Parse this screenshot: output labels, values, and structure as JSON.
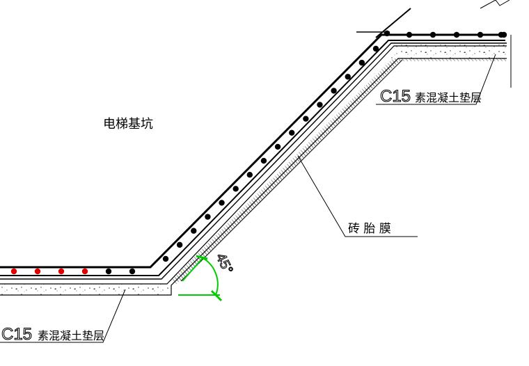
{
  "labels": {
    "pit": "电梯基坑",
    "membrane": "砖 胎 膜",
    "cushion_top_code": "C15",
    "cushion_top_text": "素混凝土垫层",
    "cushion_bottom_code": "C15",
    "cushion_bottom_text": "素混凝土垫层",
    "angle": "45°"
  },
  "colors": {
    "line": "#000000",
    "rebar_black": "#000000",
    "rebar_red": "#e00000",
    "dimension": "#00cc00",
    "hatch": "#6a6a6a",
    "concrete_fill": "#ffffff"
  },
  "rebar": {
    "bottom_red_count": 4,
    "bottom_black_count": 2,
    "slope_count": 16,
    "top_count": 5
  }
}
